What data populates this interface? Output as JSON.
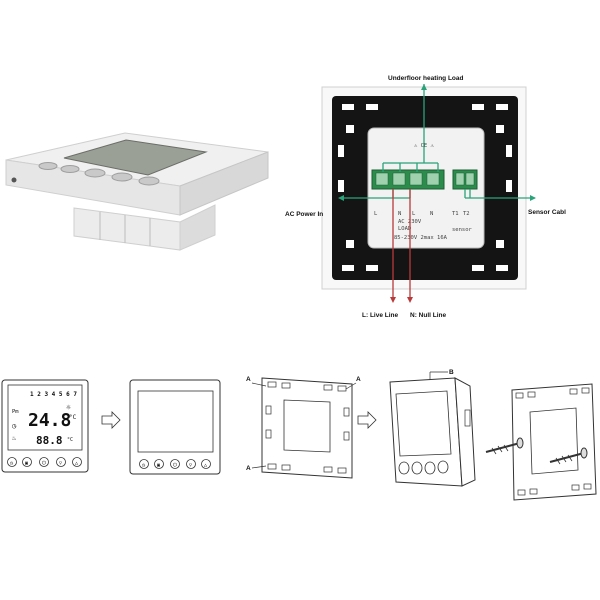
{
  "wiring": {
    "top_label": "Underfloor heating Load",
    "left_label": "AC Power In",
    "right_label": "Sensor Cabl",
    "live_label": "L: Live Line",
    "null_label": "N: Null Line",
    "terminal_labels": [
      "L",
      "N",
      "L",
      "N",
      "T1",
      "T2"
    ],
    "rating_lines": [
      "AC 230V",
      "LOAD",
      "85-230V 2max 16A",
      "sensor"
    ]
  },
  "display": {
    "weekdays": "1 2 3 4 5 6 7",
    "day_marker": "Pm",
    "set_temp": "24.8",
    "room_temp": "88.8",
    "unit": "°C"
  },
  "mount": {
    "marker_a": "A",
    "marker_b": "B"
  },
  "colors": {
    "green_line": "#2aa37a",
    "red_line": "#b83a3a",
    "terminal_green": "#2c8c4c",
    "back_plate": "#141414"
  }
}
